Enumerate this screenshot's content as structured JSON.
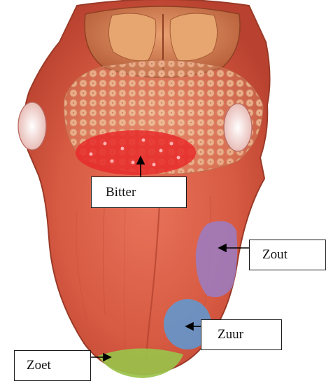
{
  "labels": {
    "bitter": "Bitter",
    "zout": "Zout",
    "zuur": "Zuur",
    "zoet": "Zoet"
  },
  "colors": {
    "bitter_region": "#e82a2a",
    "zout_region": "#9a7cc4",
    "zuur_region": "#5c9ad6",
    "zoet_region": "#9ac24a",
    "tongue": "#d9553f"
  }
}
